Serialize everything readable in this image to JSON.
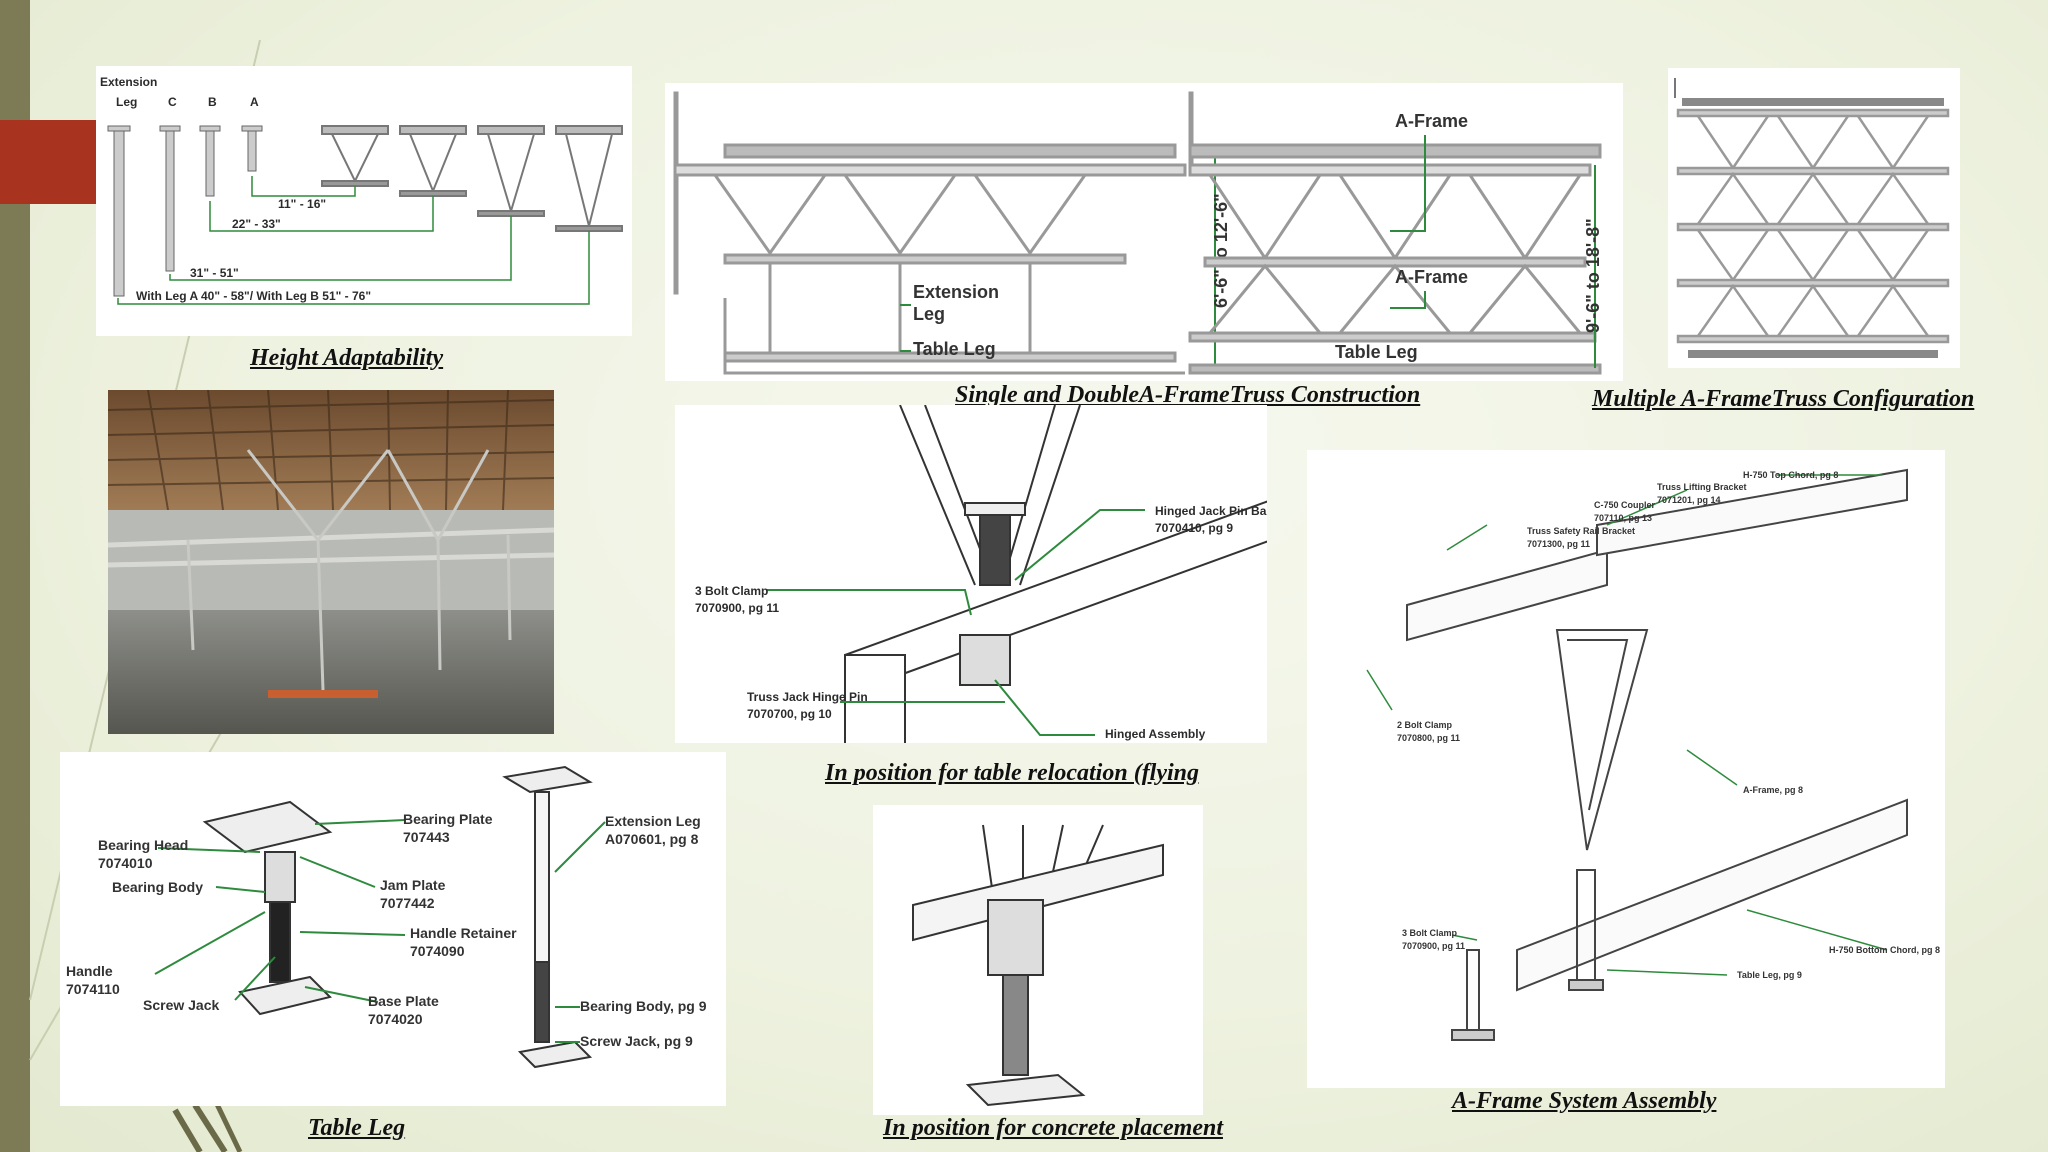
{
  "captions": {
    "height_adaptability": "Height Adaptability",
    "single_double": "Single and DoubleA-FrameTruss Construction",
    "multiple": "Multiple A-FrameTruss Configuration",
    "flying": "In position for table relocation (flying",
    "a_frame_assembly": "A-Frame System Assembly",
    "table_leg": "Table Leg",
    "concrete": "In position for concrete placement"
  },
  "height_panel": {
    "extension": "Extension",
    "leg": "Leg",
    "c": "C",
    "b": "B",
    "a": "A",
    "r1": "11\" - 16\"",
    "r2": "22\" - 33\"",
    "r3": "31\" - 51\"",
    "r4": "With Leg A 40\" - 58\"/ With Leg B 51\" - 76\""
  },
  "truss_panel": {
    "extension_leg_1": "Extension",
    "extension_leg_2": "Leg",
    "table_leg": "Table Leg",
    "dim_single": "6'-6\" to 12'-6\"",
    "a_frame_top": "A-Frame",
    "a_frame_mid": "A-Frame",
    "table_leg_2": "Table Leg",
    "dim_double": "9'-6\" to 18'-8\""
  },
  "flying_panel": {
    "clamp": "3 Bolt Clamp",
    "clamp_pn": "7070900, pg 11",
    "hinge_pin": "Truss Jack Hinge Pin",
    "hinge_pin_pn": "7070700, pg 10",
    "pin_bar": "Hinged Jack Pin Bar",
    "pin_bar_pn": "7070410, pg 9",
    "hinged_assembly": "Hinged Assembly"
  },
  "assembly_panel": {
    "top_chord": "H-750 Top Chord, pg 8",
    "lifting_bracket": "Truss Lifting Bracket",
    "lifting_bracket_pn": "7071201, pg 14",
    "coupler": "C-750 Coupler",
    "coupler_pn": "707110, pg 13",
    "rail_bracket": "Truss Safety Rail Bracket",
    "rail_bracket_pn": "7071300, pg 11",
    "two_bolt": "2 Bolt Clamp",
    "two_bolt_pn": "7070800, pg 11",
    "a_frame": "A-Frame, pg 8",
    "three_bolt": "3 Bolt Clamp",
    "three_bolt_pn": "7070900, pg 11",
    "bottom_chord": "H-750 Bottom Chord, pg 8",
    "table_leg": "Table Leg, pg 9"
  },
  "table_leg_panel": {
    "bearing_plate": "Bearing Plate",
    "bearing_plate_pn": "707443",
    "bearing_head": "Bearing Head",
    "bearing_head_pn": "7074010",
    "jam_plate": "Jam Plate",
    "jam_plate_pn": "7077442",
    "bearing_body": "Bearing Body",
    "handle_retainer": "Handle Retainer",
    "handle_retainer_pn": "7074090",
    "handle": "Handle",
    "handle_pn": "7074110",
    "screw_jack": "Screw Jack",
    "base_plate": "Base Plate",
    "base_plate_pn": "7074020",
    "extension_leg": "Extension Leg",
    "extension_leg_pn": "A070601, pg 8",
    "bearing_body_pg": "Bearing Body, pg 9",
    "screw_jack_pg": "Screw Jack, pg 9"
  },
  "colors": {
    "accent_red": "#a8331f",
    "side_bar": "#7d7b56",
    "leader_green": "#2e8b3d",
    "background": "#eef2e0"
  }
}
